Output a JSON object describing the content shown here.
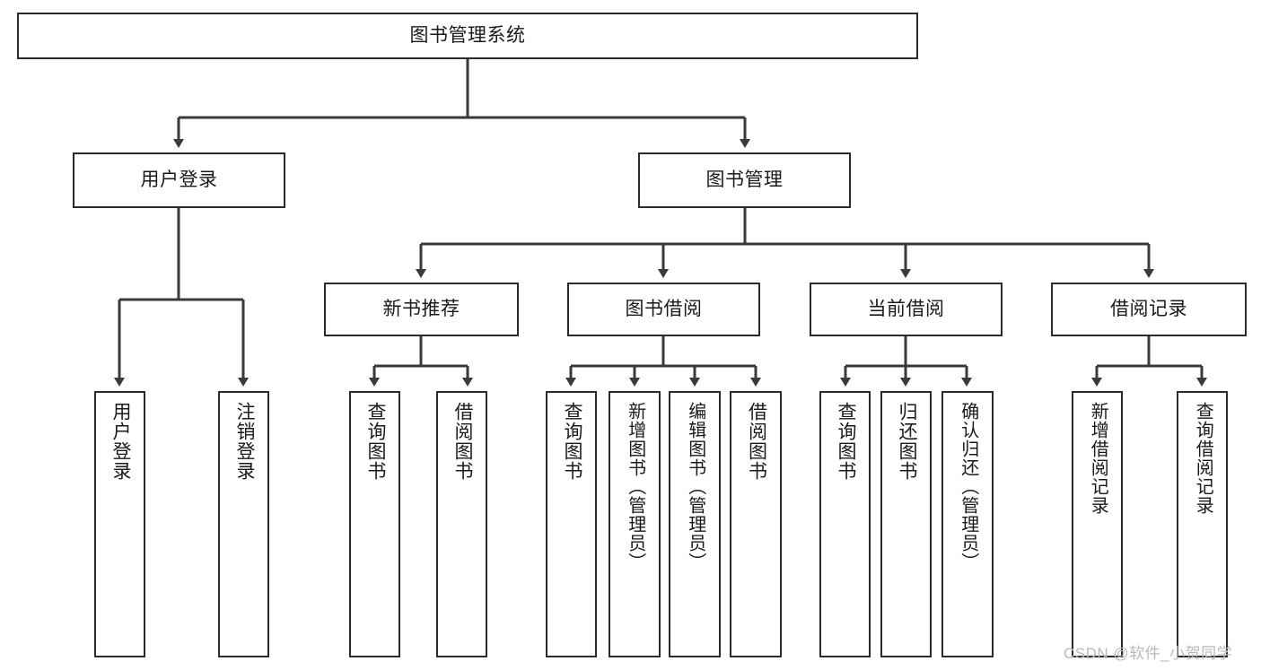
{
  "diagram": {
    "type": "tree-hierarchy",
    "title": "图书管理系统",
    "root": {
      "label": "图书管理系统"
    },
    "level2": [
      {
        "id": "user-login",
        "label": "用户登录"
      },
      {
        "id": "book-management",
        "label": "图书管理"
      }
    ],
    "level3": [
      {
        "id": "new-book-recommend",
        "label": "新书推荐"
      },
      {
        "id": "book-borrow",
        "label": "图书借阅"
      },
      {
        "id": "current-borrow",
        "label": "当前借阅"
      },
      {
        "id": "borrow-record",
        "label": "借阅记录"
      }
    ],
    "leaves": {
      "user_login": [
        {
          "id": "leaf-user-login",
          "label": "用户登录"
        },
        {
          "id": "leaf-logout-login",
          "label": "注销登录"
        }
      ],
      "new_book_recommend": [
        {
          "id": "leaf-query-book-1",
          "label": "查询图书"
        },
        {
          "id": "leaf-borrow-book-1",
          "label": "借阅图书"
        }
      ],
      "book_borrow": [
        {
          "id": "leaf-query-book-2",
          "label": "查询图书"
        },
        {
          "id": "leaf-add-book",
          "label": "新增图书（管理员）"
        },
        {
          "id": "leaf-edit-book",
          "label": "编辑图书（管理员）"
        },
        {
          "id": "leaf-borrow-book-2",
          "label": "借阅图书"
        }
      ],
      "current_borrow": [
        {
          "id": "leaf-query-book-3",
          "label": "查询图书"
        },
        {
          "id": "leaf-return-book",
          "label": "归还图书"
        },
        {
          "id": "leaf-confirm-return",
          "label": "确认归还（管理员）"
        }
      ],
      "borrow_record": [
        {
          "id": "leaf-add-record",
          "label": "新增借阅记录"
        },
        {
          "id": "leaf-query-record",
          "label": "查询借阅记录"
        }
      ]
    }
  },
  "watermark": {
    "text": "CSDN @软件_小贺同学"
  },
  "colors": {
    "border": "#2b2b2b",
    "line": "#3a3a3a",
    "background": "#ffffff",
    "text": "#1a1a1a",
    "watermark": "#b9b9b9"
  }
}
